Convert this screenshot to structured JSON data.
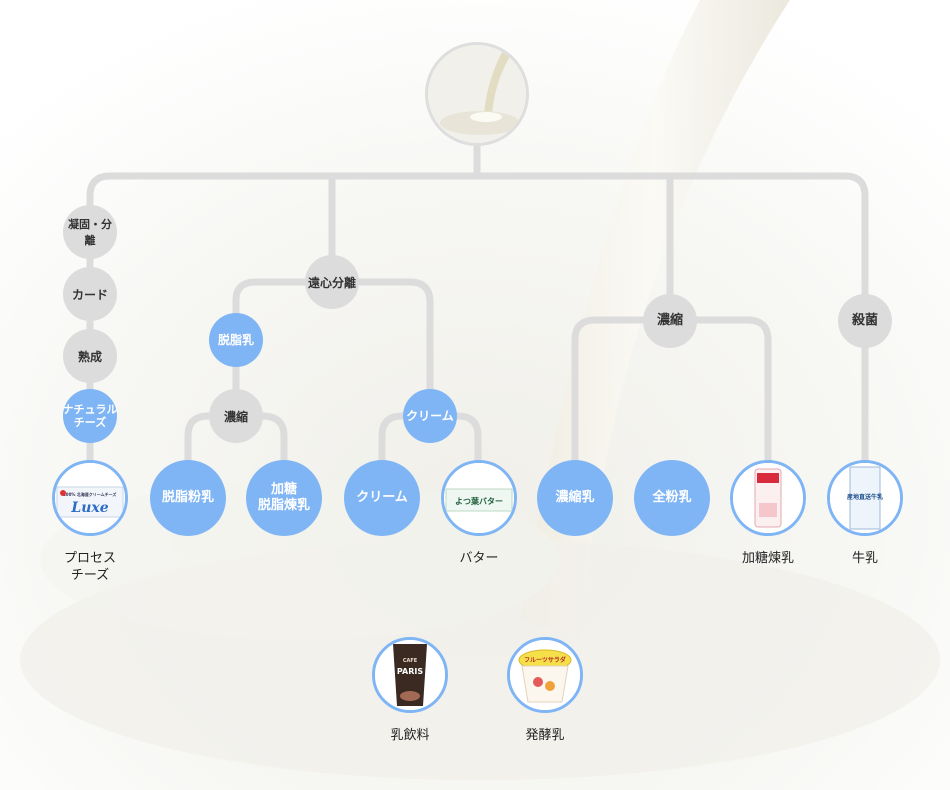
{
  "steps": {
    "gyoko": "凝固・分離",
    "curd": "カード",
    "jukusei": "熟成",
    "enshin": "遠心分離",
    "noshuku_main": "濃縮",
    "sakkin": "殺菌"
  },
  "intermediates": {
    "natural_cheese": "ナチュラル\nチーズ",
    "dasshi": "脱脂乳",
    "noshuku_sub": "濃縮",
    "cream_mid": "クリーム"
  },
  "products": {
    "dasshi_funnyu": "脱脂粉乳",
    "katou_dasshi": "加糖\n脱脂煉乳",
    "cream": "クリーム",
    "noshukunyu": "濃縮乳",
    "zenfunnyu": "全粉乳"
  },
  "captions": {
    "process_cheese": "プロセス\nチーズ",
    "butter": "バター",
    "katou_rennyu": "加糖煉乳",
    "gyunyu": "牛乳",
    "nyuinryo": "乳飲料",
    "hakkounyu": "発酵乳"
  },
  "package_text": {
    "cheese_brand": "Luxe",
    "cheese_sub": "100% 北海道クリームチーズ",
    "butter_label": "よつ葉バター",
    "cafe_top": "CAFE",
    "cafe_brand": "PARIS",
    "milk_label": "産地直送牛乳",
    "yogurt_label": "フルーツサラダ"
  },
  "colors": {
    "connector": "#dcdcdc",
    "blue_node": "#7fb5f5",
    "gray_node": "#dcdcdc"
  }
}
